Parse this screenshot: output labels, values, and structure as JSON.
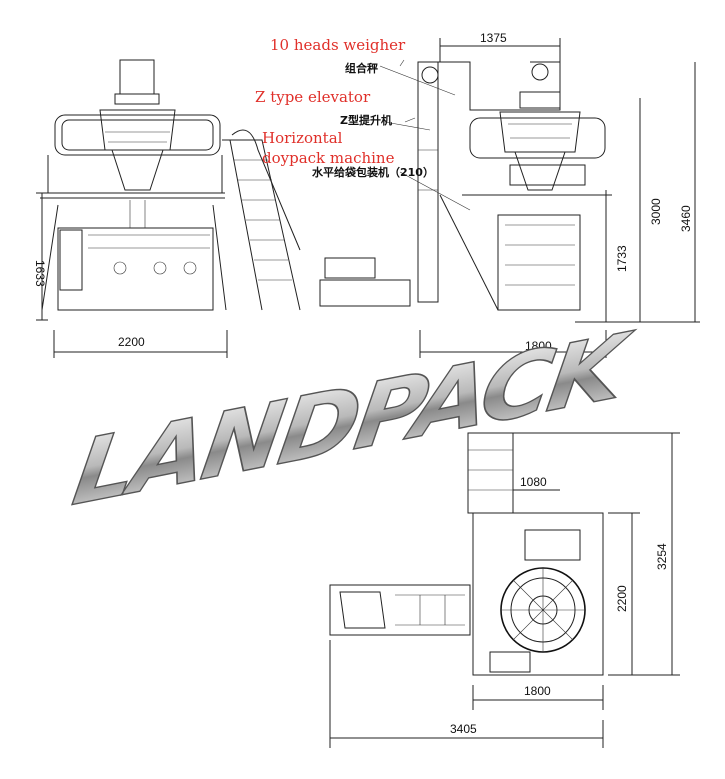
{
  "labels": {
    "weigher_en": "10 heads weigher",
    "elevator_en": "Z type elevator",
    "packer_en_line1": "Horizontal",
    "packer_en_line2": "doypack machine",
    "weigher_cn": "组合秤",
    "elevator_cn": "Z型提升机",
    "packer_cn": "水平给袋包装机（210）"
  },
  "dimensions": {
    "front_height": "1633",
    "front_width": "2200",
    "side_top_width": "1375",
    "side_height_mid": "1733",
    "side_height_upper": "3000",
    "side_height_total": "3460",
    "side_width": "1800",
    "plan_inner_width": "1080",
    "plan_height_inner": "2200",
    "plan_height_total": "3254",
    "plan_width": "1800",
    "plan_total_width": "3405"
  },
  "brand": {
    "logo_text": "LANDPACK",
    "accent_color": "#e0302a"
  }
}
